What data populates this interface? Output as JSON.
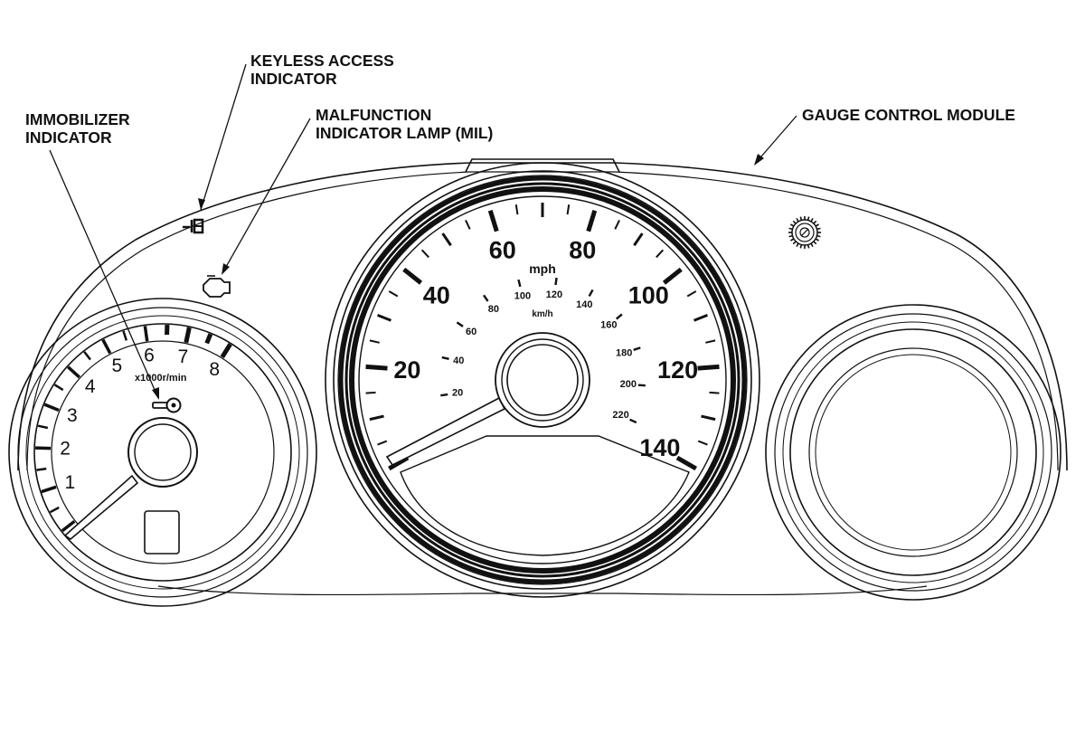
{
  "callouts": {
    "keyless_line1": "KEYLESS ACCESS",
    "keyless_line2": "INDICATOR",
    "immobilizer_line1": "IMMOBILIZER",
    "immobilizer_line2": "INDICATOR",
    "mil_line1": "MALFUNCTION",
    "mil_line2": "INDICATOR LAMP (MIL)",
    "gauge_module": "GAUGE CONTROL MODULE"
  },
  "tachometer": {
    "labels": [
      "1",
      "2",
      "3",
      "4",
      "5",
      "6",
      "7",
      "8"
    ],
    "unit": "x1000r/min"
  },
  "speedometer": {
    "mph_labels": [
      "20",
      "40",
      "60",
      "80",
      "100",
      "120",
      "140"
    ],
    "mph_unit": "mph",
    "kmh_labels": [
      "20",
      "40",
      "60",
      "80",
      "100",
      "120",
      "140",
      "160",
      "180",
      "200",
      "220"
    ],
    "kmh_unit": "km/h"
  },
  "icons": [
    "keyless-access-icon",
    "engine-check-icon",
    "immobilizer-key-icon",
    "gear-seal-icon"
  ]
}
